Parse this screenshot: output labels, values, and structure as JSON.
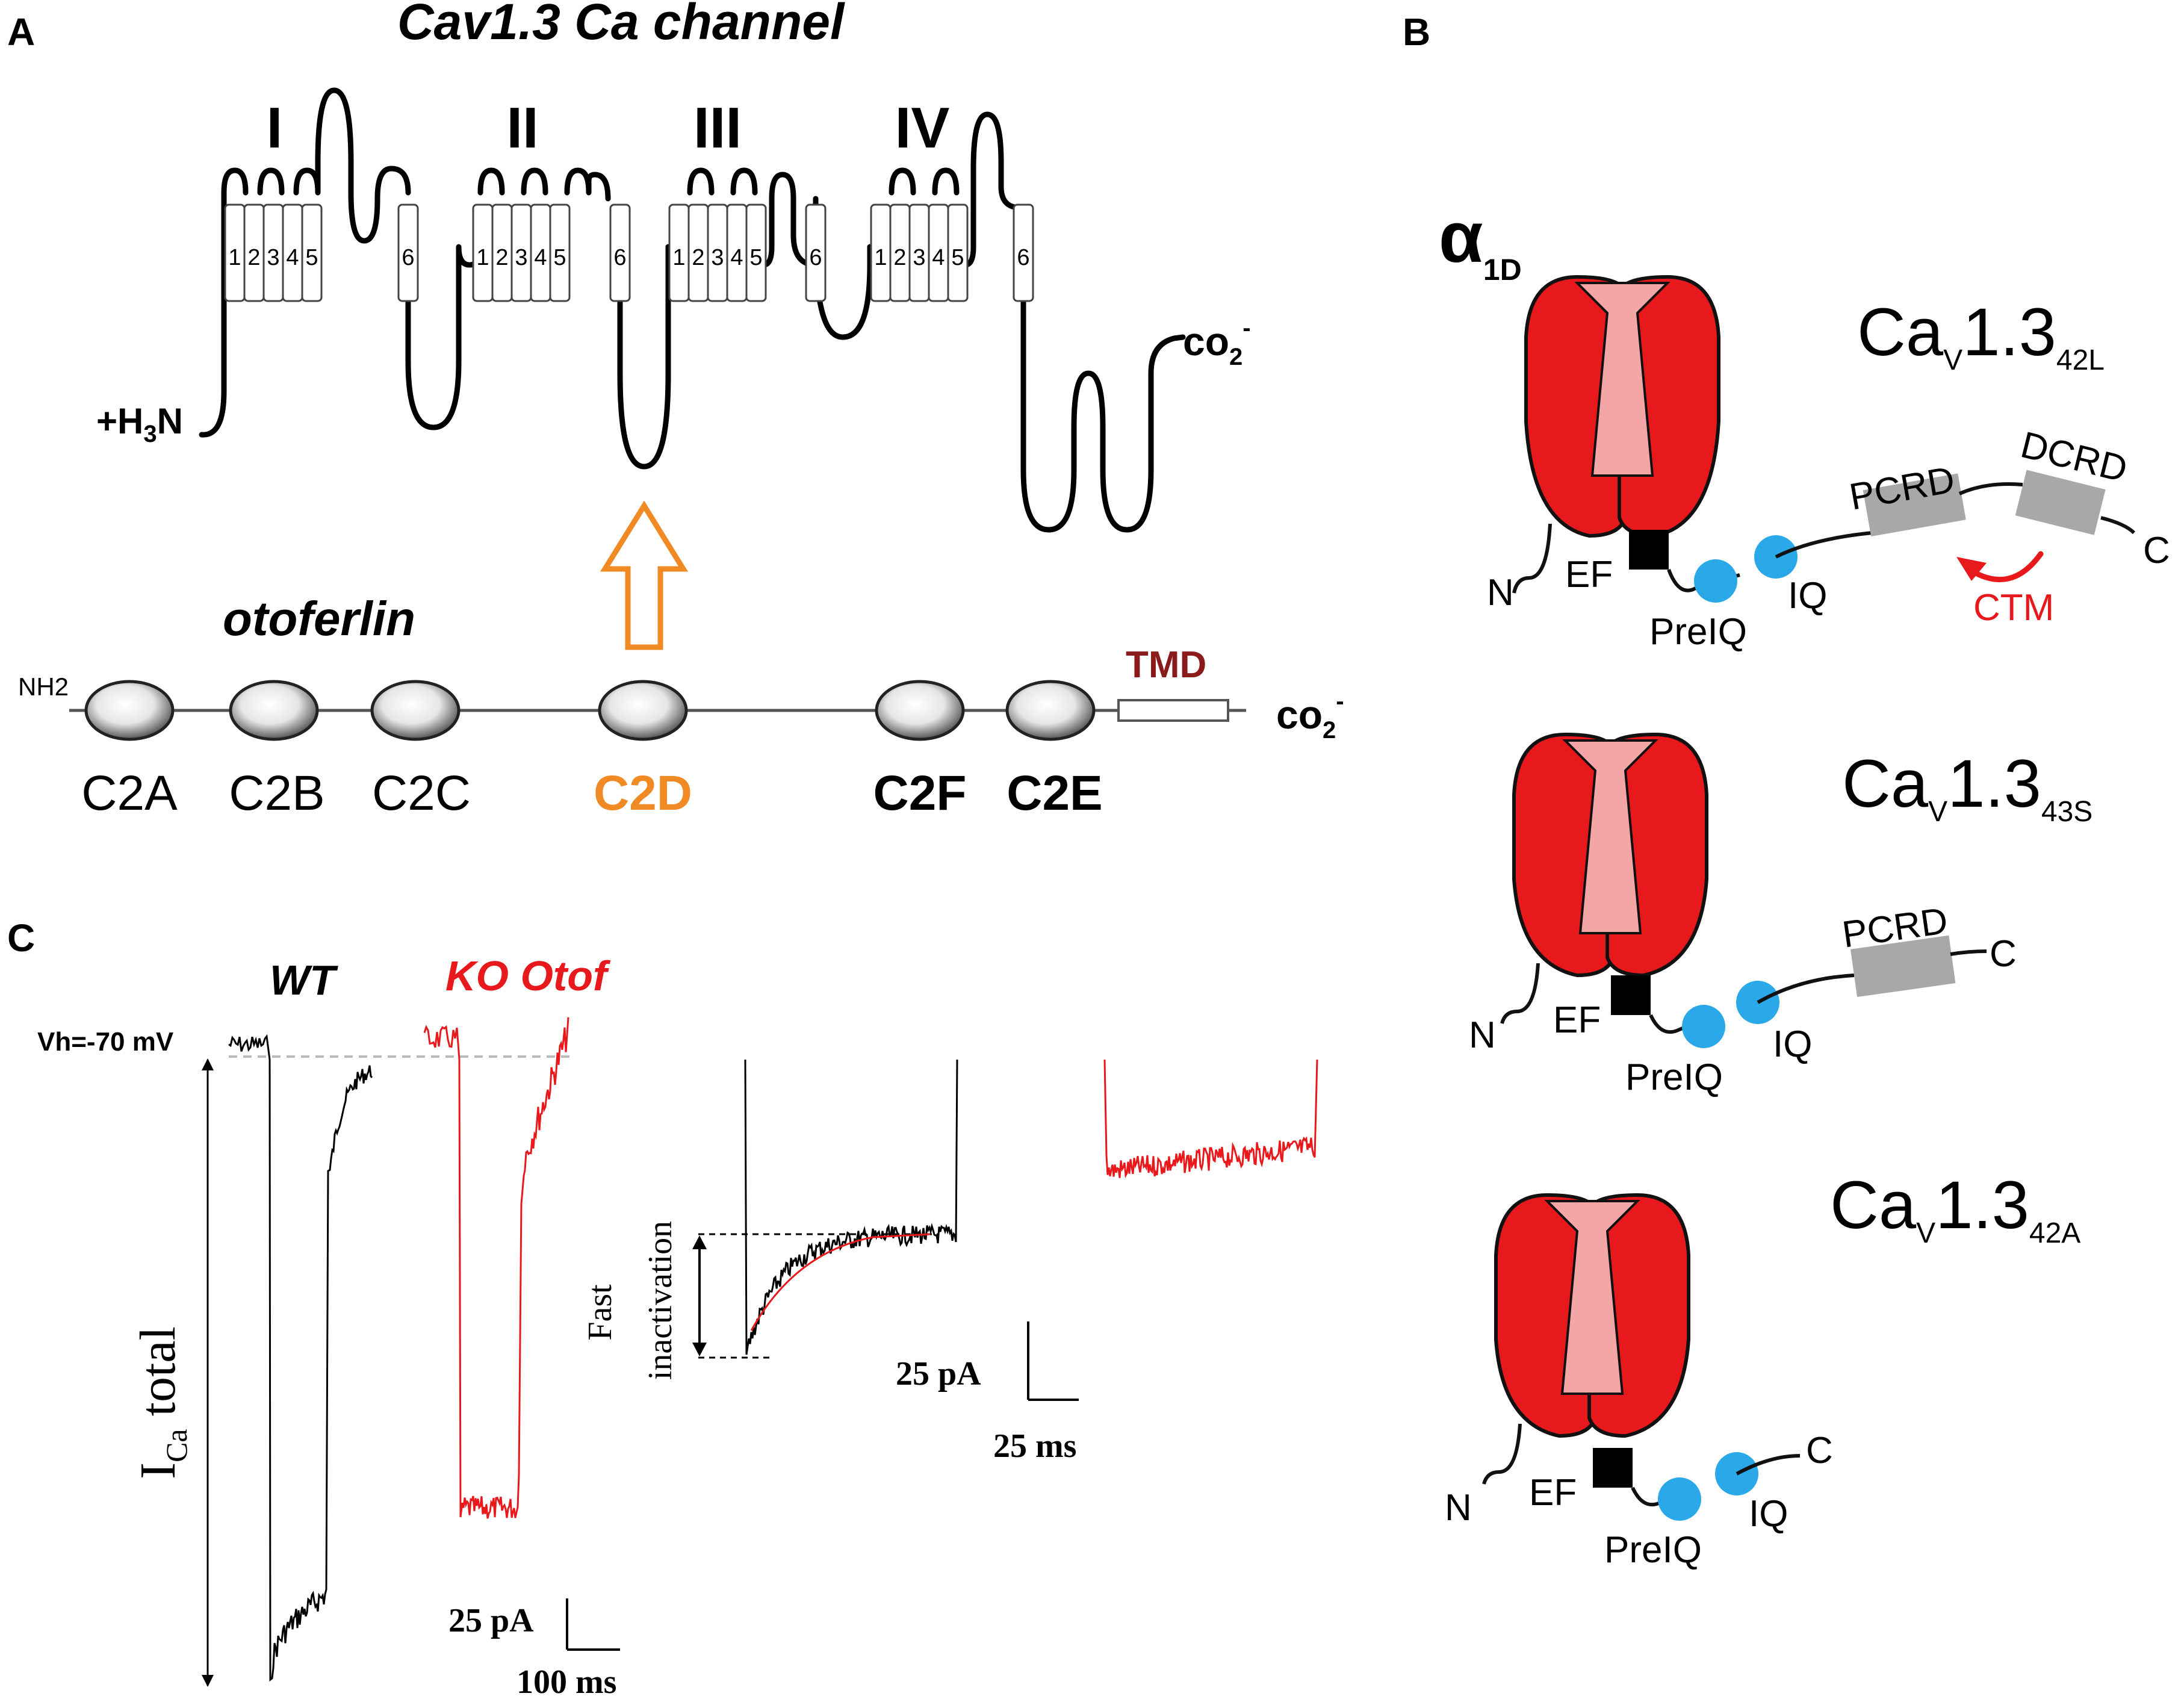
{
  "panel_labels": {
    "a": "A",
    "b": "B",
    "c": "C"
  },
  "panel_a": {
    "title": "Cav1.3 Ca channel",
    "repeats": [
      "I",
      "II",
      "III",
      "IV"
    ],
    "segment_numbers": [
      "1",
      "2",
      "3",
      "4",
      "5",
      "6"
    ],
    "n_terminus": {
      "prefix": "+H",
      "sub": "3",
      "suffix": "N"
    },
    "c_terminus": {
      "main": "co",
      "sub": "2",
      "sup": "-"
    },
    "otoferlin_label": "otoferlin",
    "nh2": "NH2",
    "tmd": "TMD",
    "domains": [
      "C2A",
      "C2B",
      "C2C",
      "C2D",
      "C2F",
      "C2E"
    ],
    "colors": {
      "highlight": "#f08a24",
      "tmd": "#8b1a1a"
    }
  },
  "panel_b": {
    "alpha_label": {
      "main": "α",
      "sub": "1D"
    },
    "variants": [
      {
        "main": "Ca",
        "sub_v": "V",
        "num": "1.3",
        "sub": "42L",
        "domains": [
          "PCRD",
          "DCRD"
        ],
        "ctm": "CTM"
      },
      {
        "main": "Ca",
        "sub_v": "V",
        "num": "1.3",
        "sub": "43S",
        "domains": [
          "PCRD"
        ]
      },
      {
        "main": "Ca",
        "sub_v": "V",
        "num": "1.3",
        "sub": "42A",
        "domains": []
      }
    ],
    "labels": {
      "n": "N",
      "c": "C",
      "ef": "EF",
      "preiq": "PreIQ",
      "iq": "IQ"
    },
    "colors": {
      "channel": "#e8191c",
      "pore": "#f4a6a6",
      "iq": "#2aa8e8",
      "domain": "#a8a8a8",
      "ctm": "#e8191c"
    }
  },
  "panel_c": {
    "wt": "WT",
    "ko": "KO Otof",
    "vh": "Vh=-70 mV",
    "ica": {
      "main": "I",
      "sub": "Ca",
      "rest": " total"
    },
    "fast": "Fast",
    "inactivation": "inactivation",
    "scale1": {
      "y": "25 pA",
      "x": "100 ms"
    },
    "scale2": {
      "y": "25 pA",
      "x": "25 ms"
    },
    "colors": {
      "wt": "#000000",
      "ko": "#e8191c"
    }
  }
}
